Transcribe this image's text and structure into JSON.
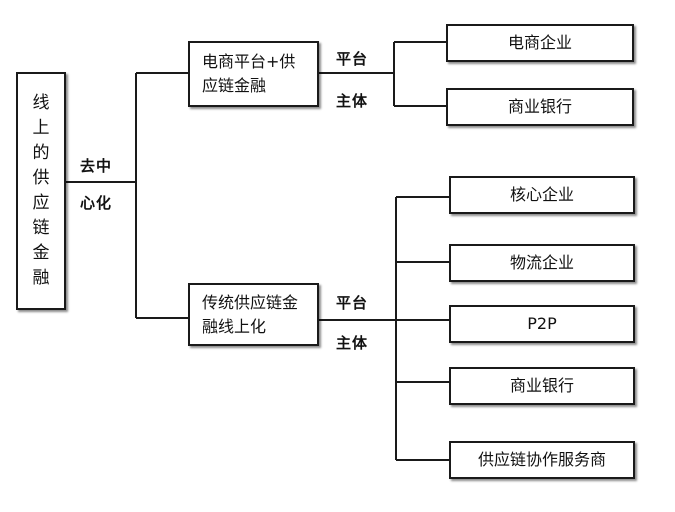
{
  "root": {
    "chars": [
      "线",
      "上",
      "的",
      "供",
      "应",
      "链",
      "金",
      "融"
    ]
  },
  "branch_label": {
    "line1": "去中",
    "line2": "心化"
  },
  "platform_model": {
    "title_line1": "电商平台+供",
    "title_line2": "应链金融",
    "label_line1": "平台",
    "label_line2": "主体",
    "participants": [
      "电商企业",
      "商业银行"
    ]
  },
  "traditional_model": {
    "title_line1": "传统供应链金",
    "title_line2": "融线上化",
    "label_line1": "平台",
    "label_line2": "主体",
    "participants": [
      "核心企业",
      "物流企业",
      "P2P",
      "商业银行",
      "供应链协作服务商"
    ]
  }
}
